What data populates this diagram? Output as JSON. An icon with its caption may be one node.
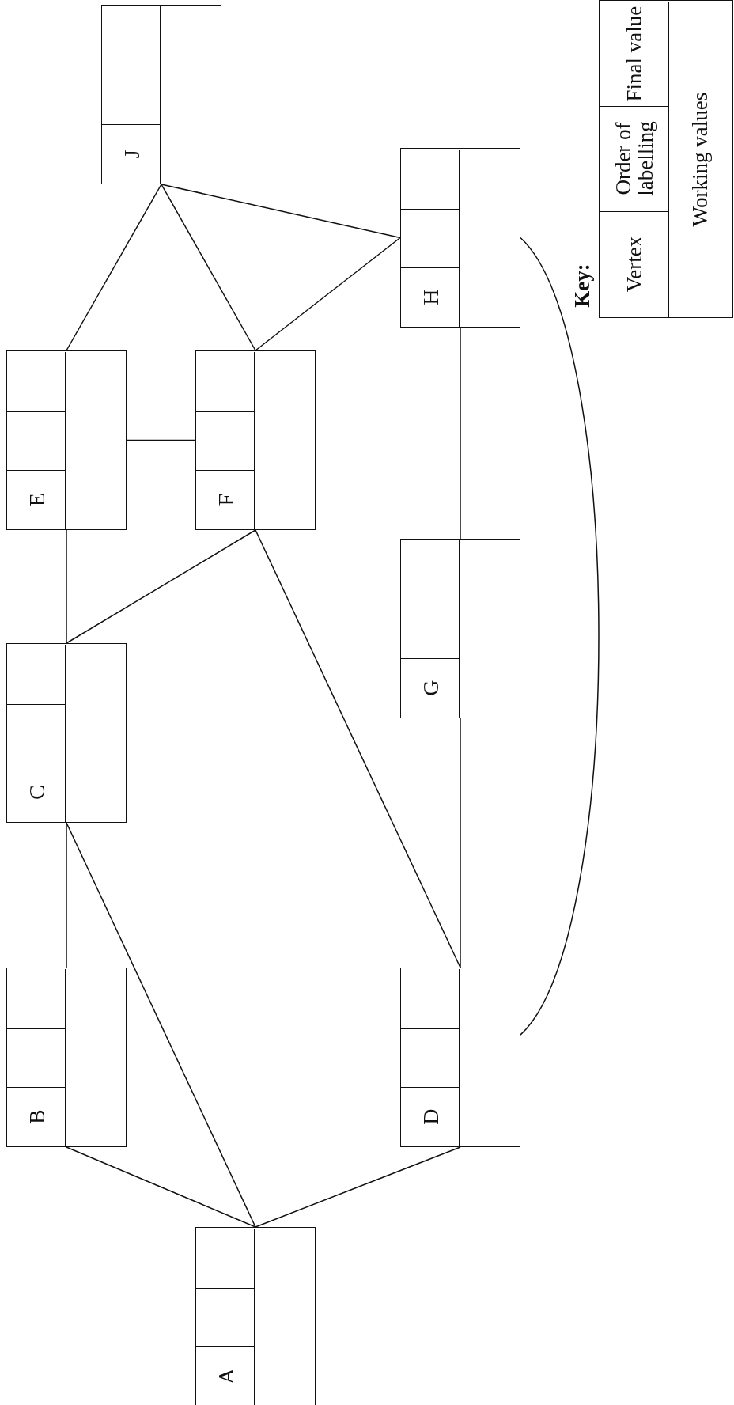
{
  "diagram": {
    "nodes": [
      {
        "text": [
          "A"
        ]
      },
      {
        "text": [
          "B"
        ]
      },
      {
        "text": [
          "C"
        ]
      },
      {
        "text": [
          "D"
        ]
      },
      {
        "text": [
          "E"
        ]
      },
      {
        "text": [
          "F"
        ]
      },
      {
        "text": [
          "G"
        ]
      },
      {
        "text": [
          "H"
        ]
      },
      {
        "text": [
          "J"
        ]
      },
      {
        "text": [
          "Key:",
          "Vertex",
          "Order of labelling",
          "Final value",
          "Working values"
        ]
      }
    ],
    "edges": [
      {
        "from": 0,
        "to": 1,
        "arrow": "none"
      },
      {
        "from": 0,
        "to": 2,
        "arrow": "none"
      },
      {
        "from": 0,
        "to": 3,
        "arrow": "none"
      },
      {
        "from": 1,
        "to": 2,
        "arrow": "none"
      },
      {
        "from": 2,
        "to": 4,
        "arrow": "none"
      },
      {
        "from": 2,
        "to": 5,
        "arrow": "none"
      },
      {
        "from": 3,
        "to": 5,
        "arrow": "none"
      },
      {
        "from": 3,
        "to": 6,
        "arrow": "none"
      },
      {
        "from": 3,
        "to": 7,
        "arrow": "none"
      },
      {
        "from": 4,
        "to": 5,
        "arrow": "none"
      },
      {
        "from": 4,
        "to": 8,
        "arrow": "none"
      },
      {
        "from": 5,
        "to": 8,
        "arrow": "none"
      },
      {
        "from": 5,
        "to": 7,
        "arrow": "none"
      },
      {
        "from": 6,
        "to": 7,
        "arrow": "none"
      },
      {
        "from": 7,
        "to": 8,
        "arrow": "none"
      }
    ]
  }
}
